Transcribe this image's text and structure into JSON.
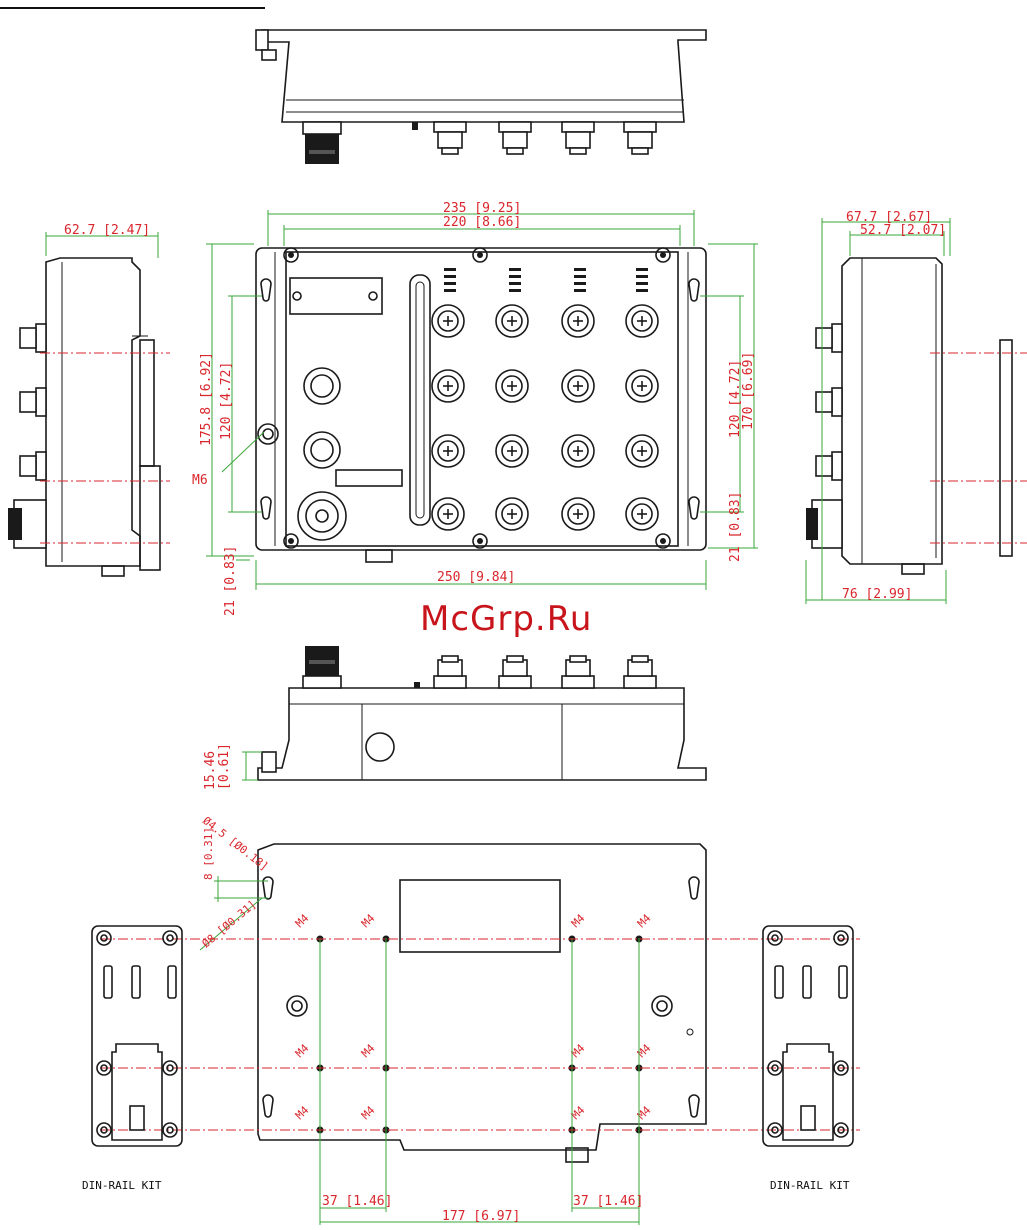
{
  "watermark": "McGrp.Ru",
  "dimensions": {
    "side_left_depth": "62.7 [2.47]",
    "overall_width": "235 [9.25]",
    "inner_width": "220 [8.66]",
    "side_right_depth_1": "67.7 [2.67]",
    "side_right_depth_2": "52.7 [2.07]",
    "height_left": "175.8 [6.92]",
    "hole_spacing_left": "120 [4.72]",
    "screw": "M6",
    "hole_spacing_right": "120 [4.72]",
    "height_right": "170 [6.69]",
    "offset_right": "21 [0.83]",
    "offset_left": "21 [0.83]",
    "body_width": "250 [9.84]",
    "side_right_total": "76 [2.99]",
    "foot_height_1": "15.46",
    "foot_height_2": "[0.61]",
    "slot_dia": "Ø4.5 [Ø0.18]",
    "slot_len": "8 [0.31]",
    "hole_dia": "Ø8 [Ø0.31]",
    "screw_m4": "M4",
    "din_spacing_left": "37 [1.46]",
    "din_spacing_right": "37 [1.46]",
    "din_total": "177 [6.97]"
  },
  "labels": {
    "din_kit_left": "DIN-RAIL KIT",
    "din_kit_right": "DIN-RAIL KIT"
  }
}
